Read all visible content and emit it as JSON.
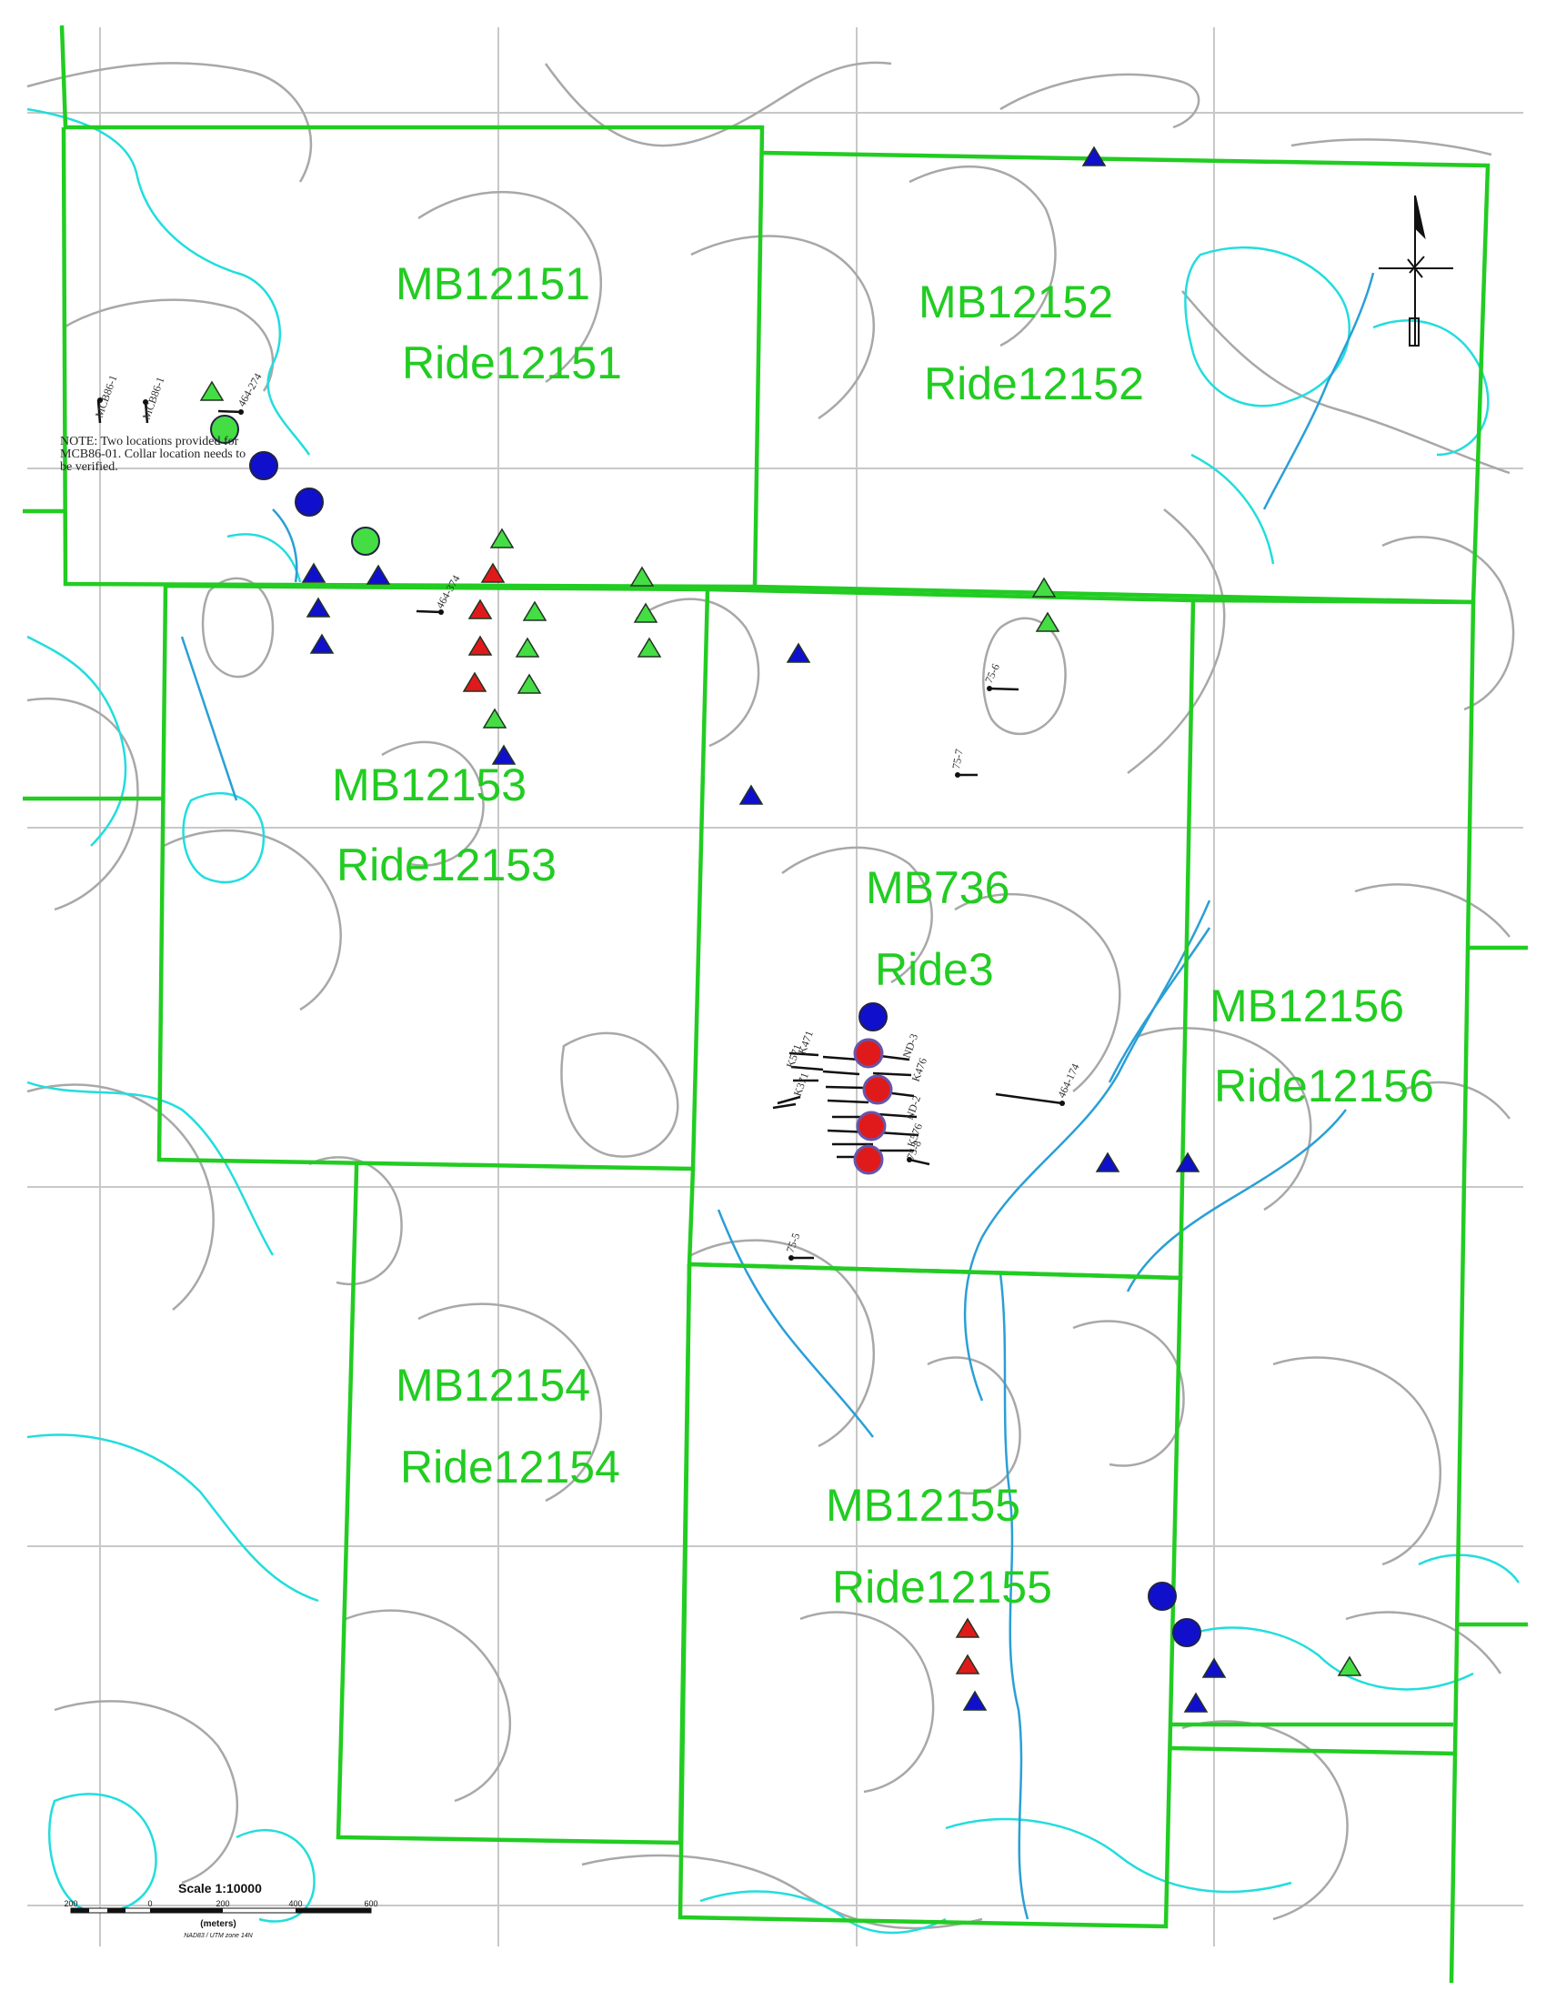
{
  "colors": {
    "claim_boundary": "#22cc22",
    "claim_label": "#22cc22",
    "contour": "#a8a8a8",
    "water": "#22dddd",
    "stream": "#2a9fd6",
    "grid": "#c8c8c8",
    "marker_blue": "#1010cc",
    "marker_red": "#e01a1a",
    "marker_green": "#44dd44",
    "drill_trace": "#111111"
  },
  "claims": [
    {
      "id": "MB12151",
      "ride": "Ride12151"
    },
    {
      "id": "MB12152",
      "ride": "Ride12152"
    },
    {
      "id": "MB12153",
      "ride": "Ride12153"
    },
    {
      "id": "MB736",
      "ride": "Ride3"
    },
    {
      "id": "MB12156",
      "ride": "Ride12156"
    },
    {
      "id": "MB12154",
      "ride": "Ride12154"
    },
    {
      "id": "MB12155",
      "ride": "Ride12155"
    }
  ],
  "note": {
    "line1": "NOTE:  Two locations provided for",
    "line2": "MCB86-01.  Collar location needs to",
    "line3": "be verified."
  },
  "drill_labels": {
    "mcb86_a": "MCB86-1",
    "mcb86_b": "MCB86-1",
    "h464_274": "464-274",
    "h464_374": "464-374",
    "h75_6": "75-6",
    "h75_7": "75-7",
    "h75_5": "75-5",
    "h75_8": "75-8",
    "h464_174": "464-174",
    "k471": "K471",
    "k571": "K571",
    "k371": "K371",
    "nd3": "ND-3",
    "nd2": "ND-2",
    "k576": "K576",
    "k476": "K476"
  },
  "scale_bar": {
    "title": "Scale 1:10000",
    "ticks": [
      "200",
      "0",
      "200",
      "400",
      "600"
    ],
    "unit": "(meters)",
    "datum": "NAD83 / UTM zone 14N"
  }
}
